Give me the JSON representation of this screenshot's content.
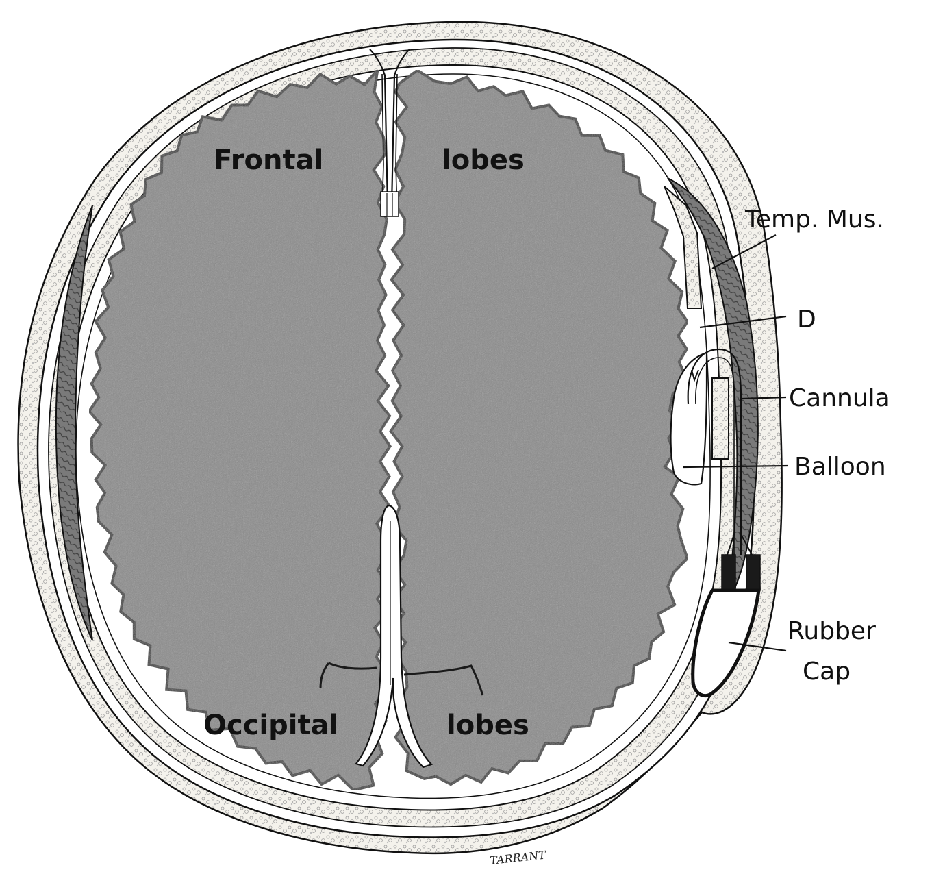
{
  "labels": {
    "frontal": "Frontal",
    "frontal_lobes": "lobes",
    "occipital": "Occipital",
    "occipital_lobes": "lobes",
    "temp_mus": "Temp. Mus.",
    "dura": "D",
    "cannula": "Cannula",
    "balloon": "Balloon",
    "rubber": "Rubber",
    "cap": "Cap"
  },
  "signature": "TARRANT",
  "colors": {
    "background": "#ffffff",
    "outline": "#111111",
    "brain": "#8a8a8a",
    "brain_edge": "#3a3a3a",
    "scalp": "#f2f0ea",
    "muscle": "#6e6e6e",
    "rubber": "#1a1a1a"
  }
}
